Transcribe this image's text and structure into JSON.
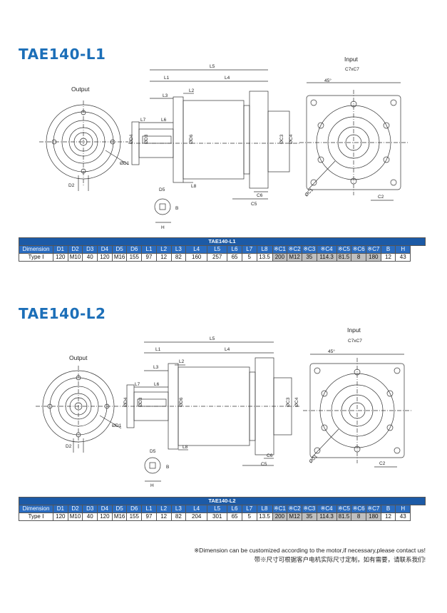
{
  "sections": [
    {
      "title": "TAE140-L1",
      "labels": {
        "output": "Output",
        "input": "Input",
        "c7xc7": "C7xC7",
        "angle": "45°",
        "L5": "L5",
        "L1": "L1",
        "L4": "L4",
        "L2": "L2",
        "L3": "L3",
        "L7": "L7",
        "L6": "L6",
        "L8": "L8",
        "D1": "ØD1",
        "D2": "D2",
        "D3": "ØD3",
        "D4": "ØD4",
        "D5": "D5",
        "D6": "ØD6",
        "C3": "ØC3",
        "C4": "ØC4",
        "C5": "C5",
        "C6": "C6",
        "C1": "ØC1",
        "C2": "C2",
        "B": "B",
        "H": "H"
      },
      "table": {
        "caption": "TAE140-L1",
        "headers": [
          "Dimension",
          "D1",
          "D2",
          "D3",
          "D4",
          "D5",
          "D6",
          "L1",
          "L2",
          "L3",
          "L4",
          "L5",
          "L6",
          "L7",
          "L8",
          "※C1",
          "※C2",
          "※C3",
          "※C4",
          "※C5",
          "※C6",
          "※C7",
          "B",
          "H"
        ],
        "row": [
          "Type Ⅰ",
          "120",
          "M10",
          "40",
          "120",
          "M16",
          "155",
          "97",
          "12",
          "82",
          "160",
          "257",
          "65",
          "5",
          "13.5",
          "200",
          "M12",
          "35",
          "114.3",
          "81.5",
          "8",
          "180",
          "12",
          "43"
        ]
      }
    },
    {
      "title": "TAE140-L2",
      "labels": {
        "output": "Output",
        "input": "Input",
        "c7xc7": "C7xC7",
        "angle": "45°",
        "L5": "L5",
        "L1": "L1",
        "L4": "L4",
        "L2": "L2",
        "L3": "L3",
        "L7": "L7",
        "L6": "L6",
        "L8": "L8",
        "D1": "ØD1",
        "D2": "D2",
        "D3": "ØD3",
        "D4": "ØD4",
        "D5": "D5",
        "D6": "ØD6",
        "C3": "ØC3",
        "C4": "ØC4",
        "C5": "C5",
        "C6": "C6",
        "C1": "ØC1",
        "C2": "C2",
        "B": "B",
        "H": "H"
      },
      "table": {
        "caption": "TAE140-L2",
        "headers": [
          "Dimension",
          "D1",
          "D2",
          "D3",
          "D4",
          "D5",
          "D6",
          "L1",
          "L2",
          "L3",
          "L4",
          "L5",
          "L6",
          "L7",
          "L8",
          "※C1",
          "※C2",
          "※C3",
          "※C4",
          "※C5",
          "※C6",
          "※C7",
          "B",
          "H"
        ],
        "row": [
          "Type Ⅰ",
          "120",
          "M10",
          "40",
          "120",
          "M16",
          "155",
          "97",
          "12",
          "82",
          "204",
          "301",
          "65",
          "5",
          "13.5",
          "200",
          "M12",
          "35",
          "114.3",
          "81.5",
          "8",
          "180",
          "12",
          "43"
        ]
      }
    }
  ],
  "note": {
    "en": "※Dimension can be customized according to the motor,if necessary,please contact us!",
    "cn": "带※尺寸可根据客户电机实际尺寸定制，如有需要，请联系我们!"
  }
}
